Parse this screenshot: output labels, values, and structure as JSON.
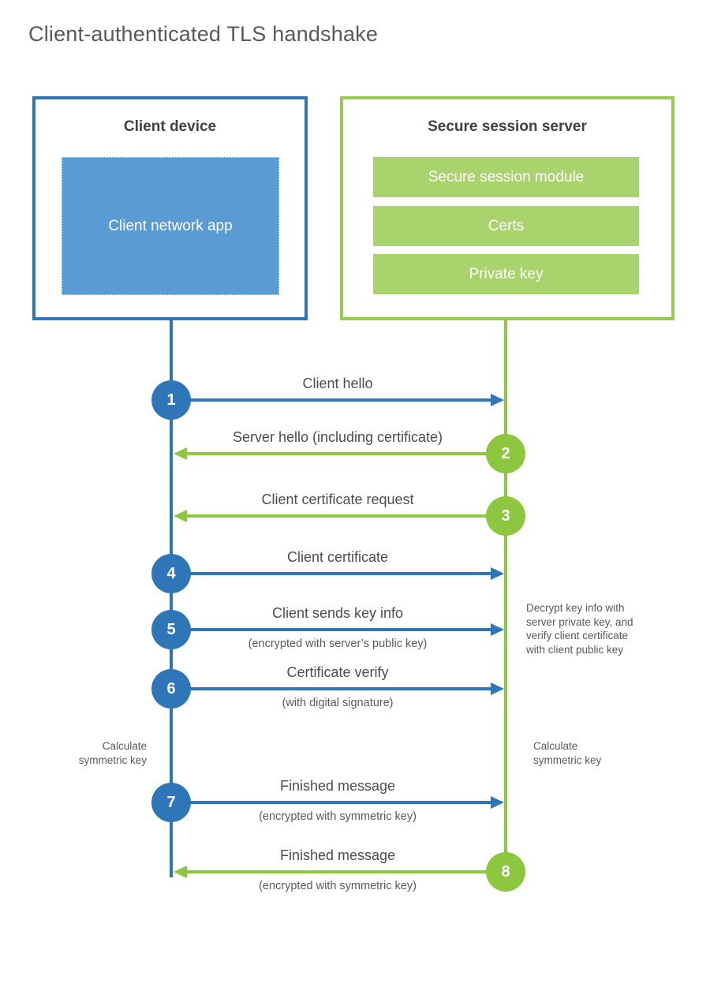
{
  "title": "Client-authenticated TLS handshake",
  "client": {
    "title": "Client device",
    "app_label": "Client network app"
  },
  "server": {
    "title": "Secure session server",
    "modules": [
      "Secure session module",
      "Certs",
      "Private key"
    ]
  },
  "steps": [
    {
      "num": "1",
      "label": "Client hello",
      "actor": "client",
      "direction": "to-server"
    },
    {
      "num": "2",
      "label": "Server hello (including certificate)",
      "actor": "server",
      "direction": "to-client"
    },
    {
      "num": "3",
      "label": "Client certificate request",
      "actor": "server",
      "direction": "to-client"
    },
    {
      "num": "4",
      "label": "Client certificate",
      "actor": "client",
      "direction": "to-server"
    },
    {
      "num": "5",
      "label": "Client sends key info",
      "sub": "(encrypted with server’s public key)",
      "actor": "client",
      "direction": "to-server"
    },
    {
      "num": "6",
      "label": "Certificate verify",
      "sub": "(with digital signature)",
      "actor": "client",
      "direction": "to-server"
    },
    {
      "num": "7",
      "label": "Finished message",
      "sub": "(encrypted with symmetric key)",
      "actor": "client",
      "direction": "to-server"
    },
    {
      "num": "8",
      "label": "Finished message",
      "sub": "(encrypted with symmetric key)",
      "actor": "server",
      "direction": "to-client"
    }
  ],
  "notes": {
    "decrypt": [
      "Decrypt key info with",
      "server private key, and",
      "verify client certificate",
      "with client public key"
    ],
    "calc_left": [
      "Calculate",
      "symmetric key"
    ],
    "calc_right": [
      "Calculate",
      "symmetric key"
    ]
  },
  "colors": {
    "blue_line": "#2e76b8",
    "blue_fill": "#5b9bd5",
    "green_line": "#8dc63f",
    "green_fill": "#a9d36c",
    "green_border": "#9bca53",
    "text_dark": "#4b4c4e",
    "text_gray": "#58595b"
  }
}
